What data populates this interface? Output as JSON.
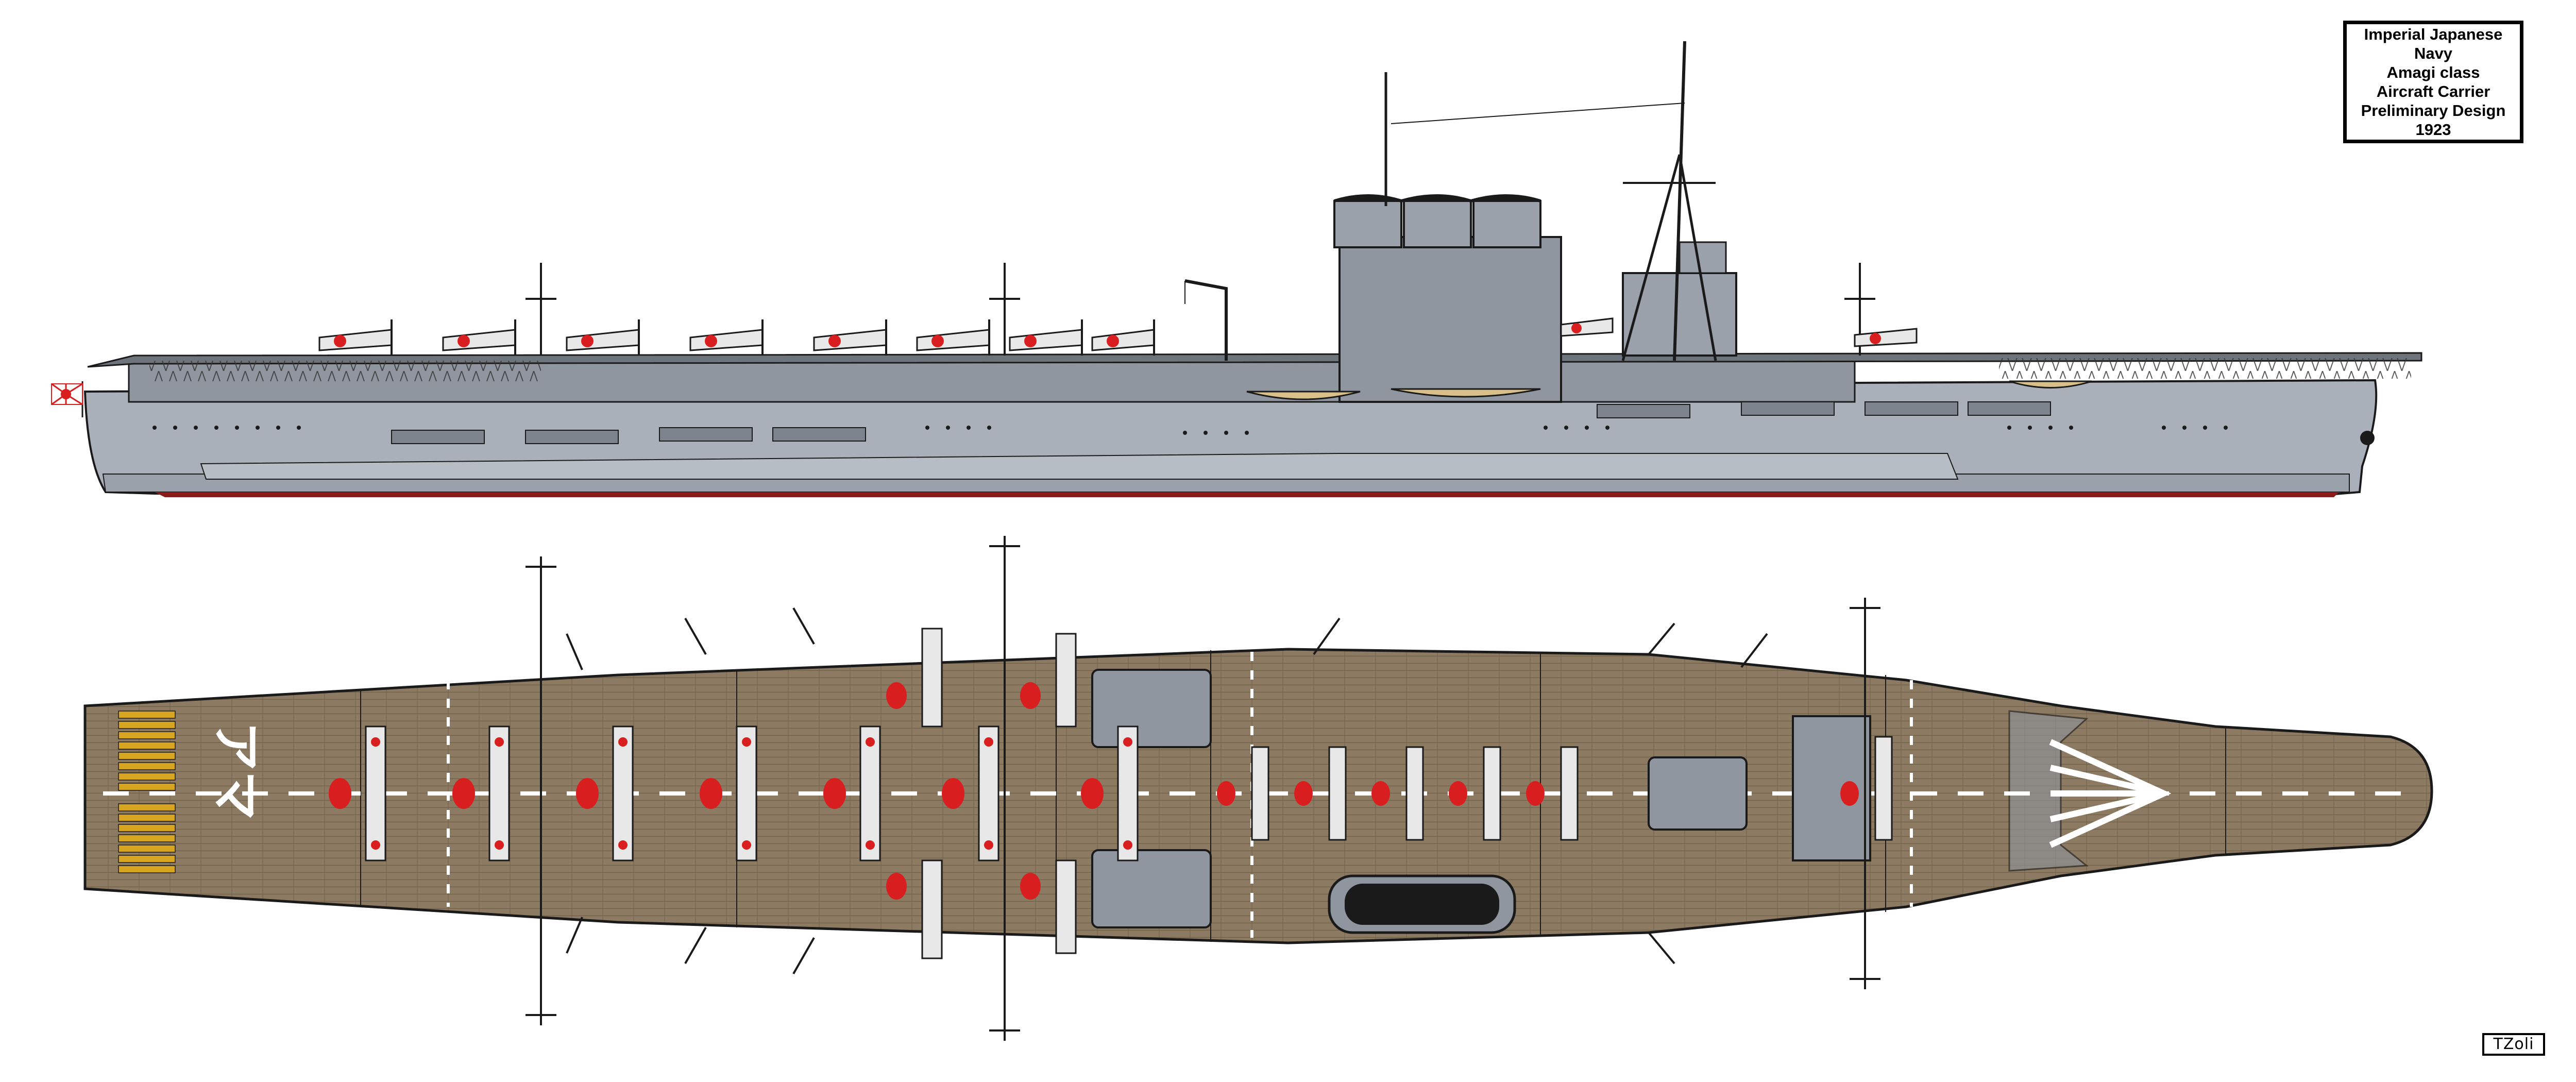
{
  "title_block": {
    "line1": "Imperial Japanese Navy",
    "line2": "Amagi class",
    "line3": "Aircraft Carrier",
    "line4": "Preliminary Design",
    "line5": "1923"
  },
  "signature": "TZoli",
  "deck_marking": "アマ",
  "colors": {
    "hull": "#a9b0b9",
    "hull_dark": "#7d848d",
    "waterline": "#8b1a1a",
    "deck_wood": "#8c7a62",
    "aircraft_body": "#e8e8e8",
    "aircraft_red": "#d81e1e",
    "outline": "#1a1a1a",
    "stripe_yellow": "#d8a521"
  },
  "views": {
    "profile": "side-elevation",
    "plan": "flight-deck-plan"
  }
}
